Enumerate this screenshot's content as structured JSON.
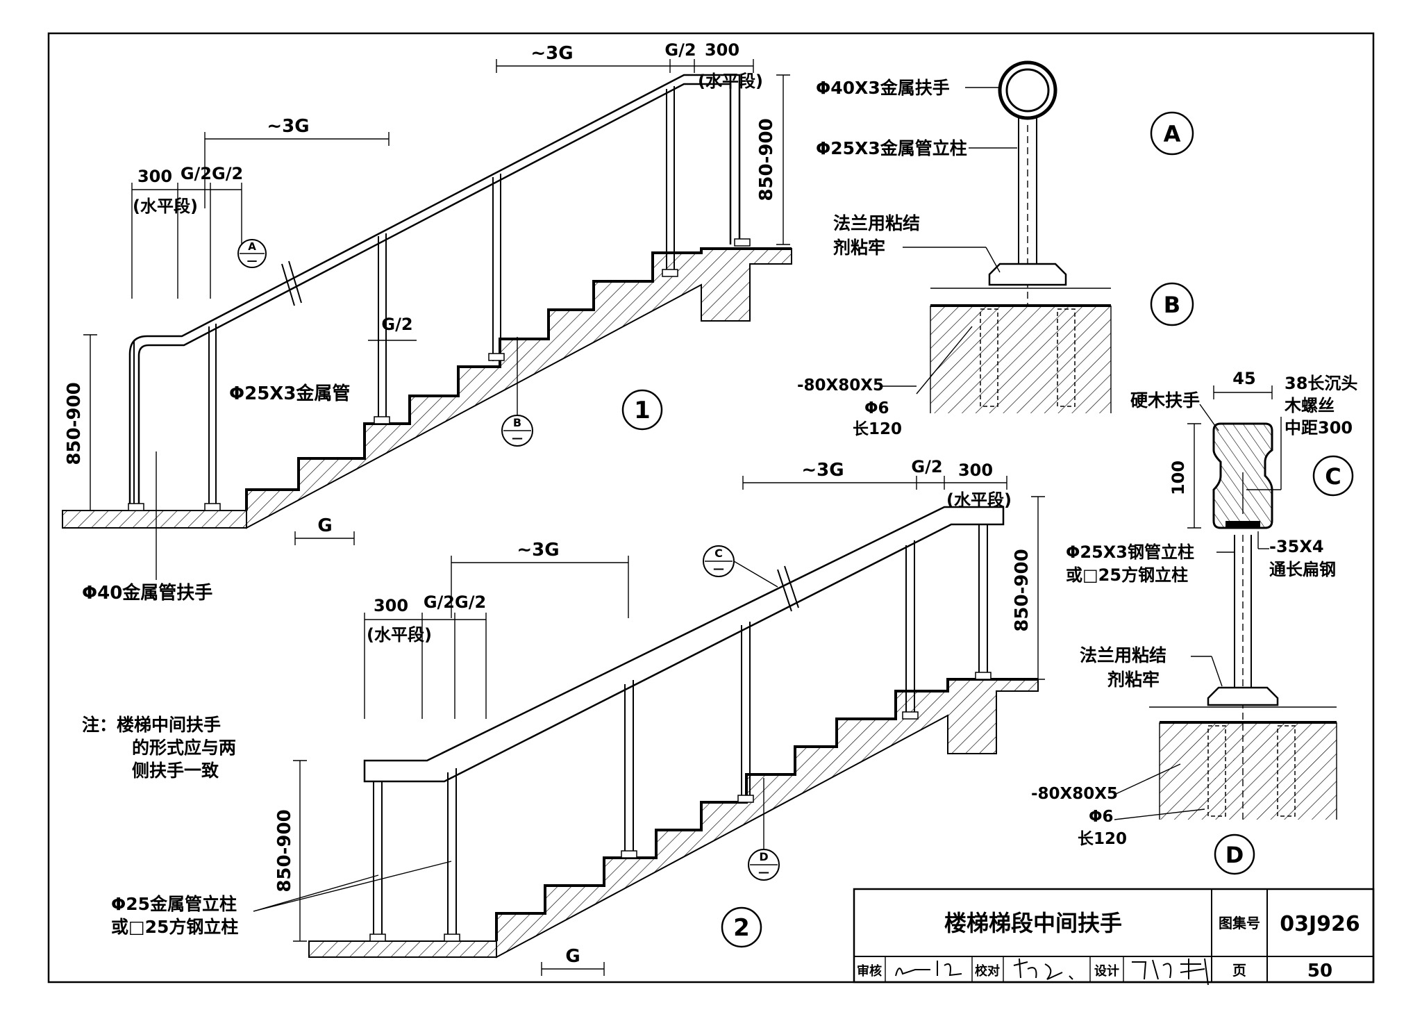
{
  "colors": {
    "ink": "#000000",
    "paper": "#ffffff",
    "hatch": "#000000"
  },
  "labels": {
    "dim_3g": "~3G",
    "dim_g2": "G/2",
    "dim_g2g2": "G/2G/2",
    "dim_300": "300",
    "horizontal_segment": "(水平段)",
    "dim_height": "850-900",
    "dim_g": "G",
    "dim_45": "45",
    "dim_100": "100",
    "handrail_40x3": "Φ40X3金属扶手",
    "post_25x3": "Φ25X3金属管立柱",
    "flange_glue_1": "法兰用粘结",
    "flange_glue_2": "剂粘牢",
    "plate_80": "-80X80X5",
    "bar_6": "Φ6",
    "bar_len": "长120",
    "pipe_25x3": "Φ25X3金属管",
    "handrail_40": "Φ40金属管扶手",
    "hardwood": "硬木扶手",
    "screw_1": "38长沉头",
    "screw_2": "木螺丝",
    "screw_3": "中距300",
    "steel_post_1": "Φ25X3钢管立柱",
    "steel_post_2": "或□25方钢立柱",
    "flat_steel_1": "-35X4",
    "flat_steel_2": "通长扁钢",
    "metal_post_1": "Φ25金属管立柱",
    "metal_post_2": "或□25方钢立柱",
    "note_1": "注：楼梯中间扶手",
    "note_2": "的形式应与两",
    "note_3": "侧扶手一致"
  },
  "detail_refs": {
    "a": "A",
    "b": "B",
    "c": "C",
    "d": "D",
    "dash": "—"
  },
  "drawing_numbers": {
    "one": "1",
    "two": "2"
  },
  "title_block": {
    "title": "楼梯梯段中间扶手",
    "atlas_label": "图集号",
    "atlas_no": "03J926",
    "review_label": "审核",
    "check_label": "校对",
    "design_label": "设计",
    "page_label": "页",
    "page_no": "50"
  }
}
